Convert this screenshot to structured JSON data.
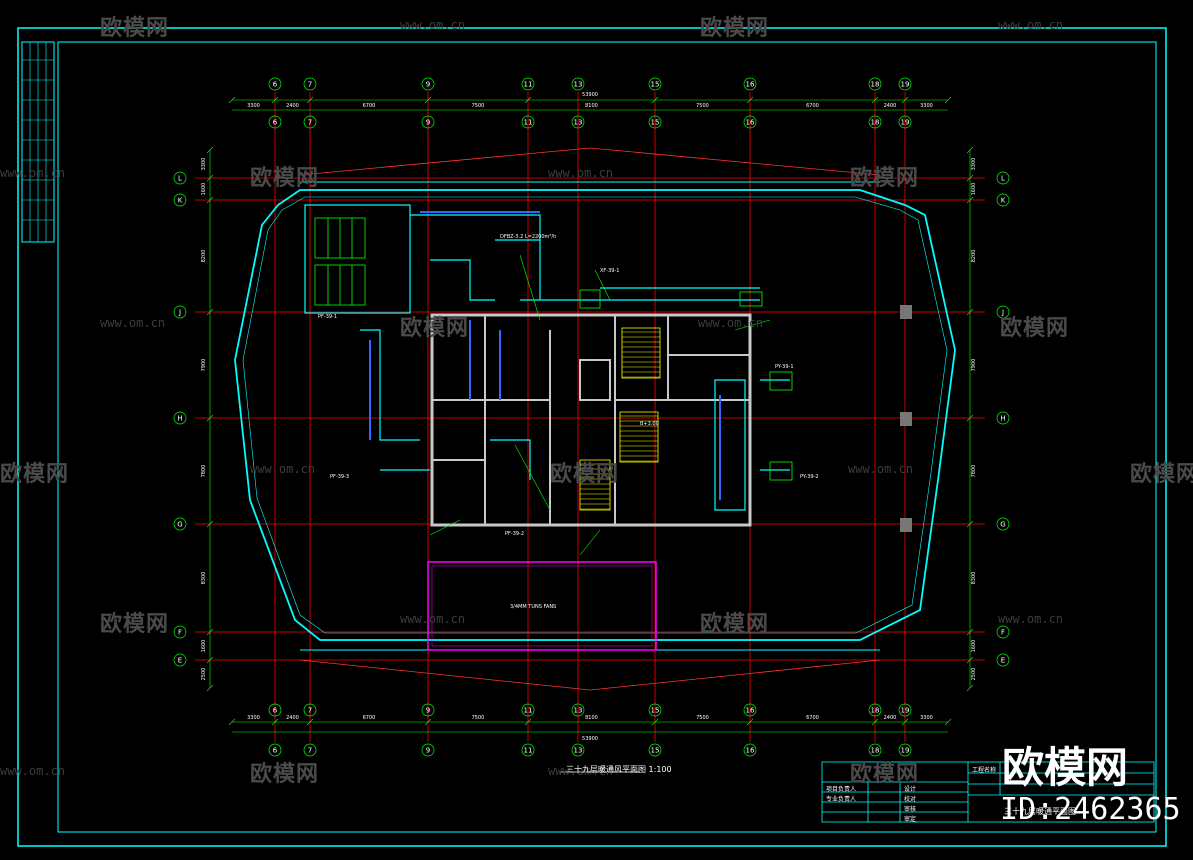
{
  "watermark": {
    "brand": "欧模网",
    "url": "www.om.cn"
  },
  "brand_badge": {
    "name": "欧模网",
    "id": "ID:2462365"
  },
  "drawing": {
    "caption": "三十九层暖通风平面图 1:100",
    "total_dim": "53900",
    "bottom_dims": [
      "3300",
      "2400",
      "6700",
      "7500",
      "8100",
      "7500",
      "6700",
      "2400",
      "3300"
    ],
    "col_axes": [
      "6",
      "7",
      "9",
      "11",
      "13",
      "15",
      "16",
      "18",
      "19"
    ],
    "row_axes": [
      "L",
      "K",
      "J",
      "H",
      "G",
      "F",
      "E"
    ],
    "row_dims": [
      "3300",
      "1600",
      "8200",
      "7900",
      "7800",
      "8300",
      "1600",
      "2500"
    ],
    "equipment_tags": [
      "PF-39-1",
      "PF-39-2",
      "PF-39-3",
      "XF-39-1",
      "PY-39-1",
      "PY-39-2",
      "DFBZ-3.2 L=2200m³/h",
      "B+3.00",
      "3/4MM TUNS FANS"
    ],
    "titleblock": {
      "project": "工程名称",
      "sheet": "三十九层暖通平面图",
      "rows": [
        "项目负责人",
        "专业负责人",
        "设计",
        "校对",
        "审核",
        "审定"
      ]
    }
  },
  "colors": {
    "background": "#000000",
    "frame": "#00ffff",
    "gridline": "#ff0000",
    "dimension": "#00ff00",
    "duct": "#00ffff",
    "text": "#ffffff",
    "tag": "#ffff00",
    "highlight": "#ff00ff"
  }
}
